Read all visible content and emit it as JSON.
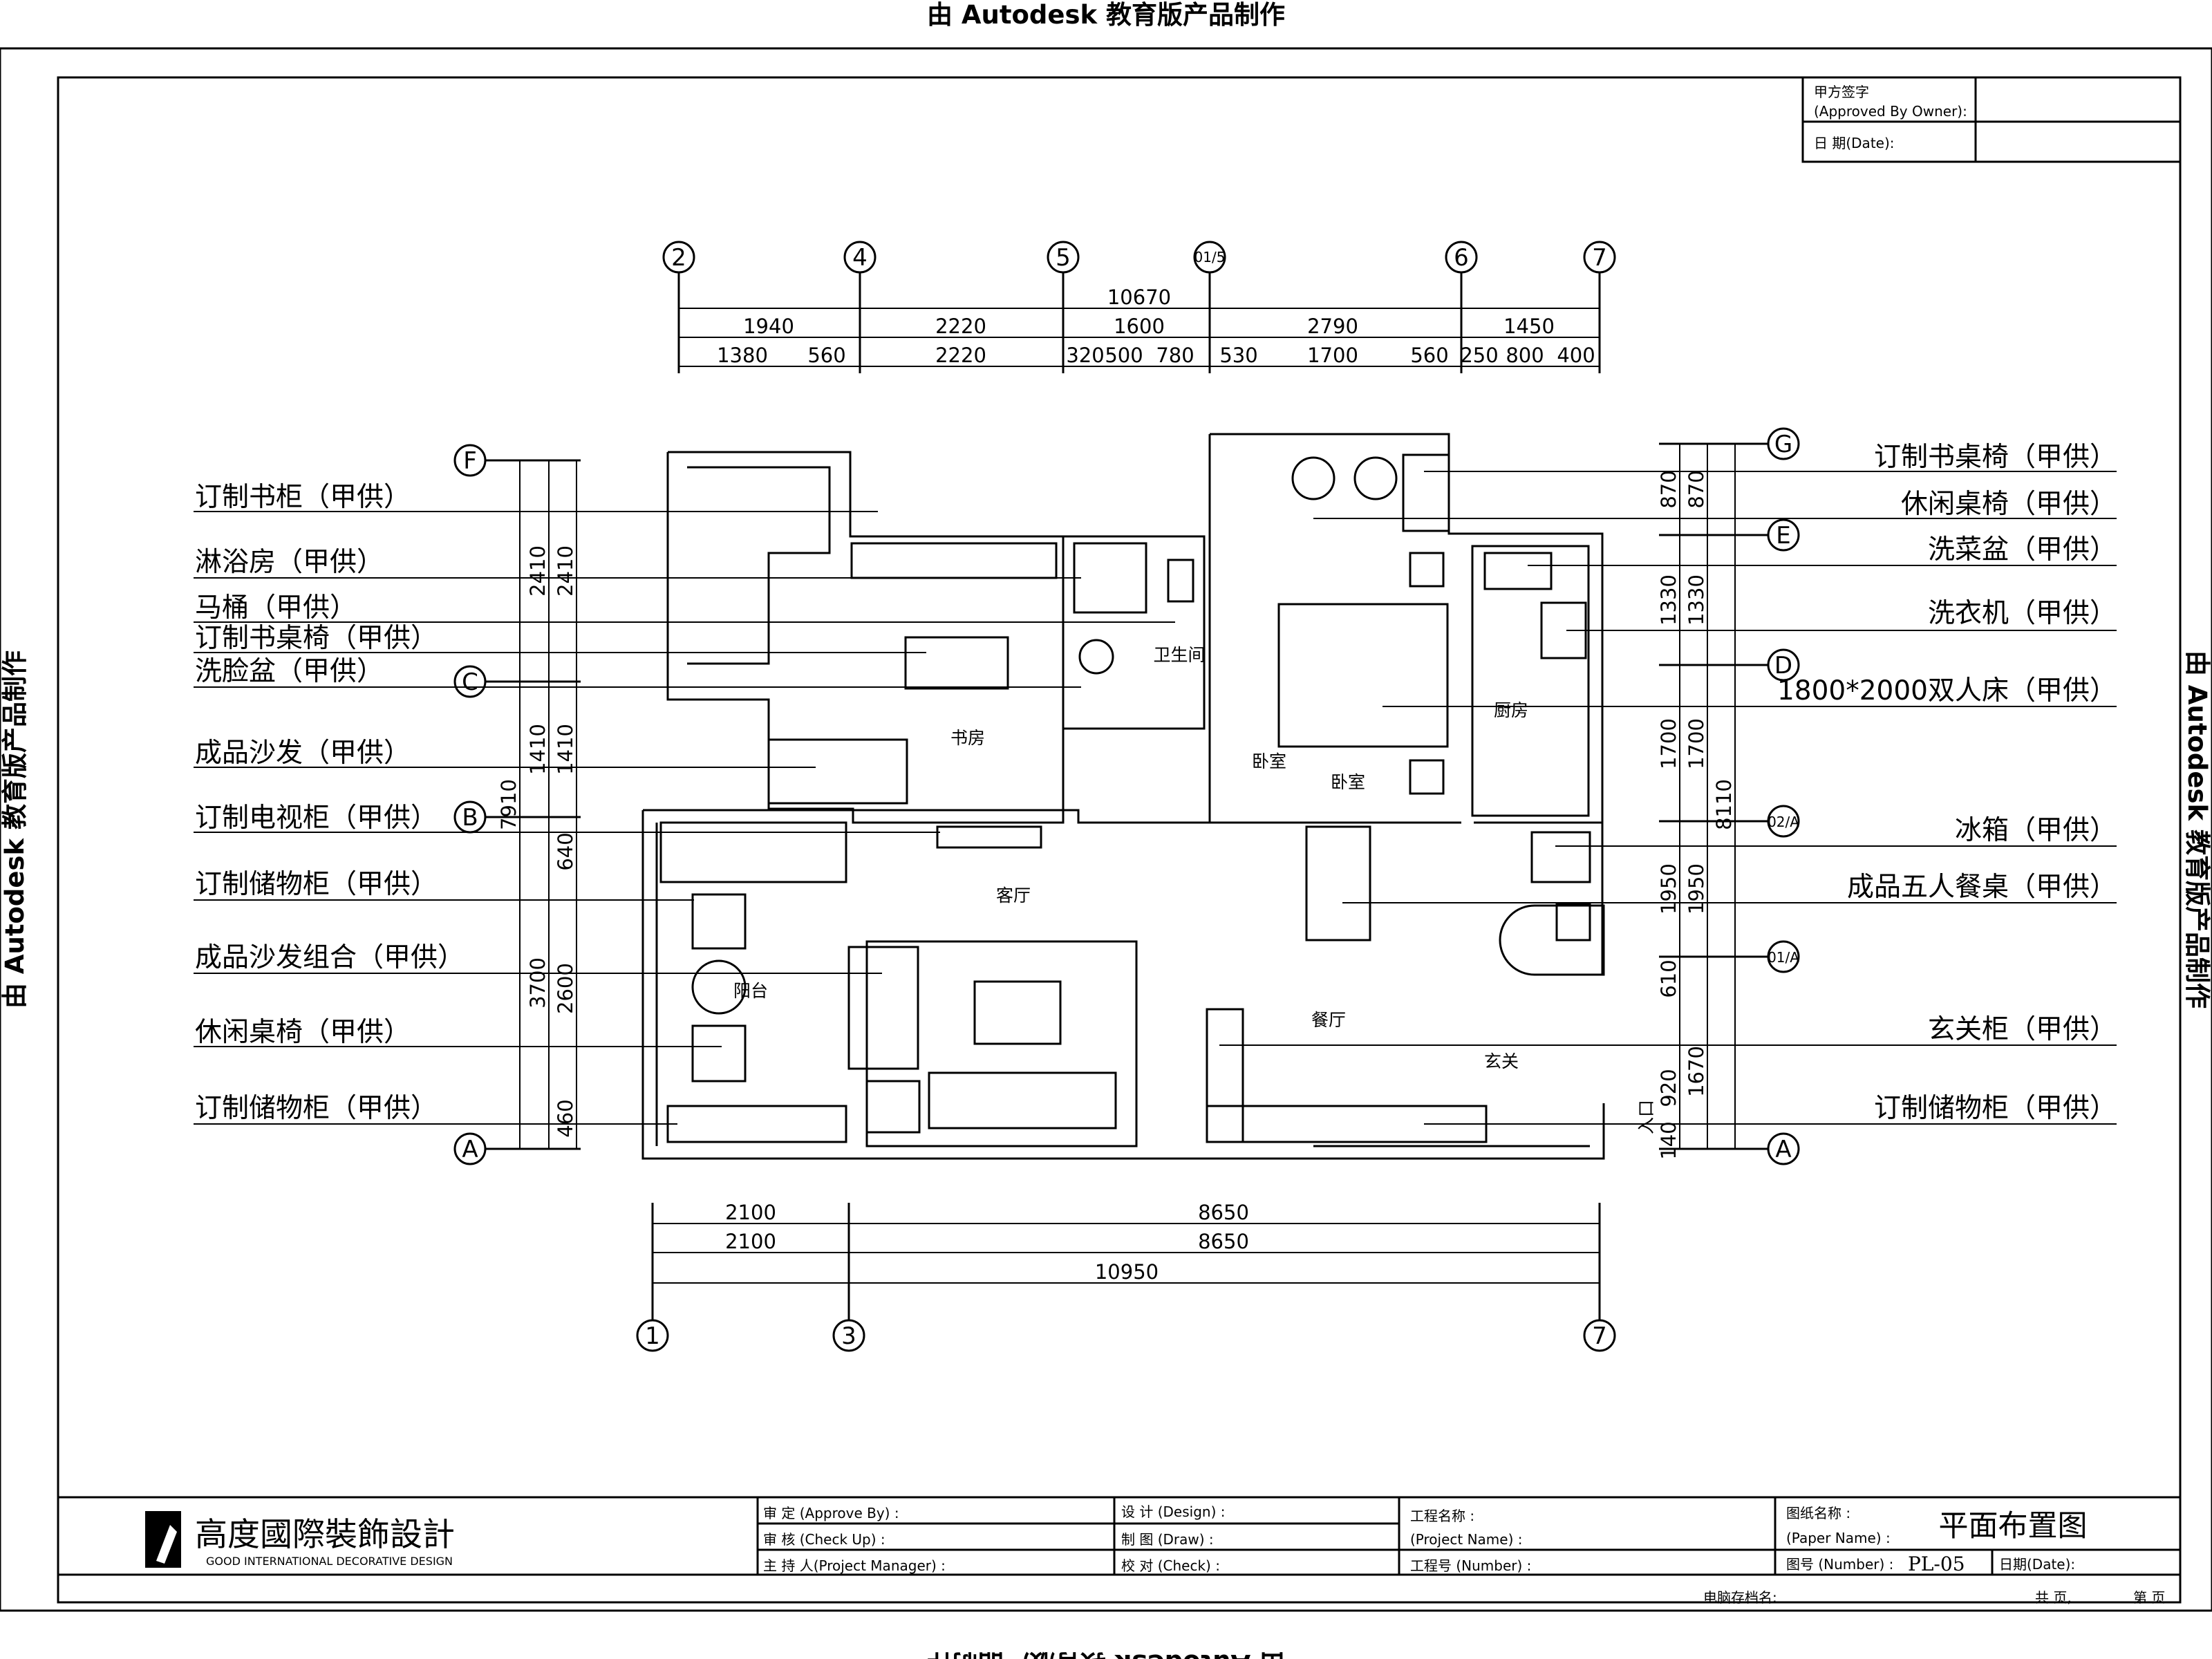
{
  "watermark": "由 Autodesk 教育版产品制作",
  "approval": {
    "sign_label": "甲方签字",
    "sign_label_en": "(Approved By Owner):",
    "date_label": "日  期(Date):"
  },
  "axes_top": [
    "2",
    "4",
    "5",
    "01/5",
    "6",
    "7"
  ],
  "axes_bottom": [
    "1",
    "3",
    "7"
  ],
  "axes_left": [
    "F",
    "C",
    "B",
    "A"
  ],
  "axes_right": [
    "G",
    "E",
    "D",
    "02/A",
    "01/A",
    "A"
  ],
  "dims_top": {
    "overall": "10670",
    "row1": [
      "1940",
      "2220",
      "1600",
      "2790",
      "1450"
    ],
    "row2": [
      "1380",
      "560",
      "2220",
      "320",
      "500",
      "780",
      "530",
      "1700",
      "560",
      "250",
      "800",
      "400"
    ]
  },
  "dims_bottom": {
    "row1": [
      "2100",
      "8650"
    ],
    "row2": [
      "2100",
      "8650"
    ],
    "overall": "10950"
  },
  "dims_left": {
    "overall": "7910",
    "inner": [
      "2410",
      "1410",
      "3700"
    ],
    "outer": [
      "2410",
      "1410",
      "640",
      "2600",
      "460"
    ]
  },
  "dims_right": {
    "overall": "8110",
    "inner": [
      "870",
      "1330",
      "1700",
      "1950",
      "610",
      "920",
      "140"
    ],
    "outer": [
      "870",
      "1330",
      "1700",
      "1950",
      "1670"
    ]
  },
  "left_labels": [
    "订制书柜（甲供）",
    "淋浴房（甲供）",
    "马桶（甲供）",
    "订制书桌椅（甲供）",
    "洗脸盆（甲供）",
    "成品沙发（甲供）",
    "订制电视柜（甲供）",
    "订制储物柜（甲供）",
    "成品沙发组合（甲供）",
    "休闲桌椅（甲供）",
    "订制储物柜（甲供）"
  ],
  "right_labels": [
    "订制书桌椅（甲供）",
    "休闲桌椅（甲供）",
    "洗菜盆（甲供）",
    "洗衣机（甲供）",
    "1800*2000双人床（甲供）",
    "冰箱（甲供）",
    "成品五人餐桌（甲供）",
    "玄关柜（甲供）",
    "订制储物柜（甲供）"
  ],
  "rooms": {
    "study": "书房",
    "bath": "卫生间",
    "bedroom": "卧室",
    "bedroom2": "卧室",
    "kitchen": "厨房",
    "living": "客厅",
    "balcony": "阳台",
    "dining": "餐厅",
    "foyer": "玄关",
    "entry": "入口"
  },
  "title_block": {
    "company": "高度國際裝飾設計",
    "company_en": "GOOD INTERNATIONAL DECORATIVE DESIGN",
    "approve": "审   定   (Approve By) :",
    "check": "审   核   (Check Up) :",
    "manager": "主 持 人(Project Manager) :",
    "design": "设 计 (Design) :",
    "draw": "制 图 (Draw) :",
    "checked": "校 对 (Check) :",
    "project_name": "工程名称 :",
    "project_name_en": "(Project Name) :",
    "project_no": "工程号  (Number) :",
    "paper_name": "图纸名称 :",
    "paper_name_en": "(Paper Name) :",
    "paper_title": "平面布置图",
    "drawing_no": "图号 (Number) :",
    "drawing_no_value": "PL-05",
    "date": "日期(Date):",
    "file": "电脑存档名:",
    "total_pages": "共   页,",
    "page": "第   页"
  }
}
